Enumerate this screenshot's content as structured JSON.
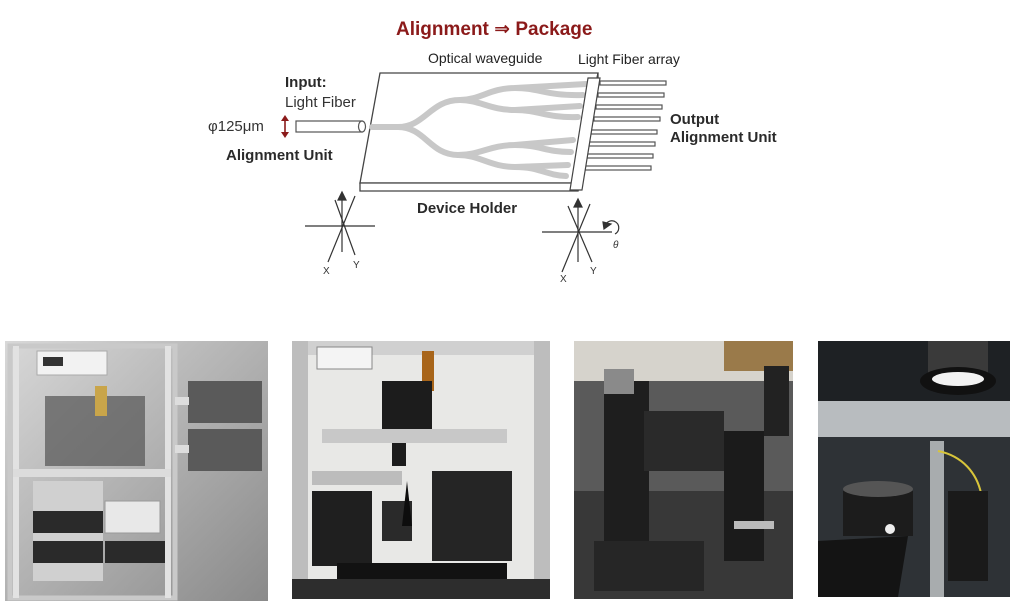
{
  "diagram": {
    "title": "Alignment ⇒ Package",
    "waveguide_label": "Optical waveguide",
    "fiber_array_label": "Light Fiber array",
    "input_heading": "Input:",
    "input_sub": "Light Fiber",
    "diameter": "φ125μm",
    "input_unit": "Alignment Unit",
    "output_line1": "Output",
    "output_line2": "Alignment Unit",
    "device_holder": "Device Holder",
    "axes_left": {
      "x": "X",
      "y": "Y"
    },
    "axes_right": {
      "x": "X",
      "y": "Y",
      "theta": "θ"
    }
  },
  "colors": {
    "title": "#8b1a1a",
    "arrow": "#8b1a1a",
    "waveguide": "#c8c8c8"
  },
  "photos": [
    {
      "name": "alignment-station-cabinet"
    },
    {
      "name": "optical-bench-camera-setup"
    },
    {
      "name": "motorized-stage-assembly"
    },
    {
      "name": "fiber-stage-with-ring-light"
    }
  ]
}
